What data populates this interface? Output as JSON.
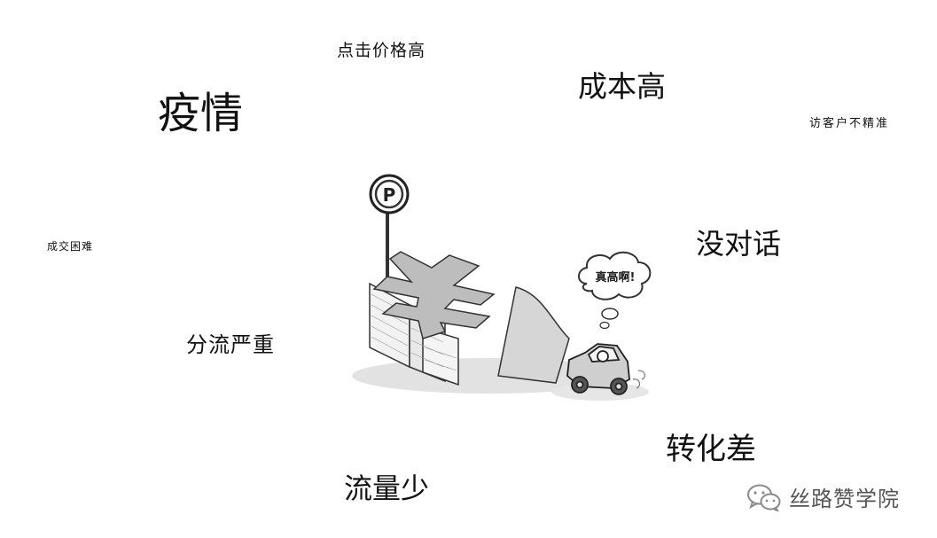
{
  "keywords": {
    "click_price": "点击价格高",
    "epidemic": "疫情",
    "high_cost": "成本高",
    "visitor_inaccurate": "访客户不精准",
    "deal_difficult": "成交困难",
    "no_dialog": "没对话",
    "diversion_serious": "分流严重",
    "poor_conversion": "转化差",
    "less_traffic": "流量少"
  },
  "illustration": {
    "parking_sign_letter": "P",
    "speech_bubble_text": "真高啊!"
  },
  "watermark": {
    "text": "丝路赞学院",
    "icon": "wechat-icon"
  },
  "colors": {
    "text": "#111111",
    "watermark": "#555555",
    "background": "#ffffff"
  }
}
